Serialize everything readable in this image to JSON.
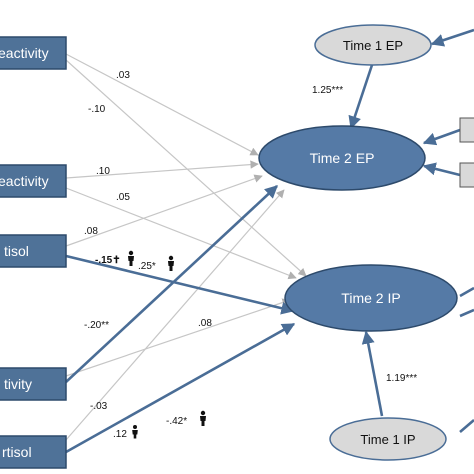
{
  "predictors": [
    {
      "label": "eactivity"
    },
    {
      "label": "eactivity"
    },
    {
      "label": "tisol"
    },
    {
      "label": "tivity"
    },
    {
      "label": "rtisol"
    }
  ],
  "outcomes": {
    "time2_ep": "Time 2 EP",
    "time2_ip": "Time 2 IP"
  },
  "priors": {
    "time1_ep": "Time 1 EP",
    "time1_ip": "Time 1 IP"
  },
  "coefficients": {
    "p1_ep": ".03",
    "p1_ip": "-.10",
    "p2_ep": ".10",
    "p2_ip": ".05",
    "p3_ep": ".08",
    "p3_ip": "-.15✝",
    "p3_ip_extra": ".25*",
    "p4_ep": "-.20**",
    "p4_ip": ".08",
    "p5_ep": "-.03",
    "p5_ep_extra": ".12",
    "p5_ip": "-.42*",
    "t1ep": "1.25***",
    "t1ip": "1.19***"
  },
  "colors": {
    "box_fill": "#4f7298",
    "box_border": "#2d4a6b",
    "ellipse_fill": "#557aa6",
    "grey_fill": "#d9d9d9",
    "strong_path": "#4a6d96",
    "weak_path": "#c6c6c6"
  }
}
